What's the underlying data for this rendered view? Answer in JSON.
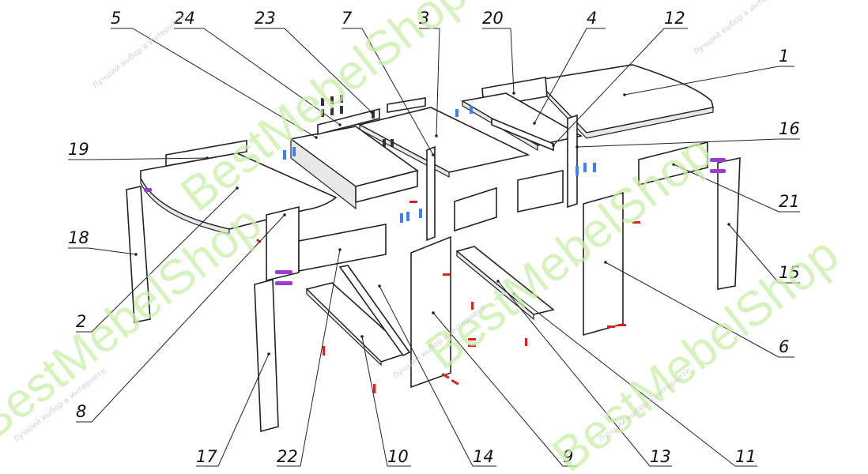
{
  "diagram": {
    "labels": [
      "5",
      "24",
      "23",
      "7",
      "3",
      "20",
      "4",
      "12",
      "1",
      "16",
      "21",
      "15",
      "6",
      "11",
      "13",
      "9",
      "14",
      "10",
      "22",
      "17",
      "8",
      "2",
      "18",
      "19"
    ],
    "watermark_brand": "BestMebelShop",
    "watermark_tagline": "Лучший выбор в интернете"
  },
  "colors": {
    "line": "#222222",
    "watermark": "#c9f0a9",
    "dowel_red": "#e02020",
    "pin_blue": "#3b82f6",
    "screw_purple": "#9b3bd6"
  }
}
